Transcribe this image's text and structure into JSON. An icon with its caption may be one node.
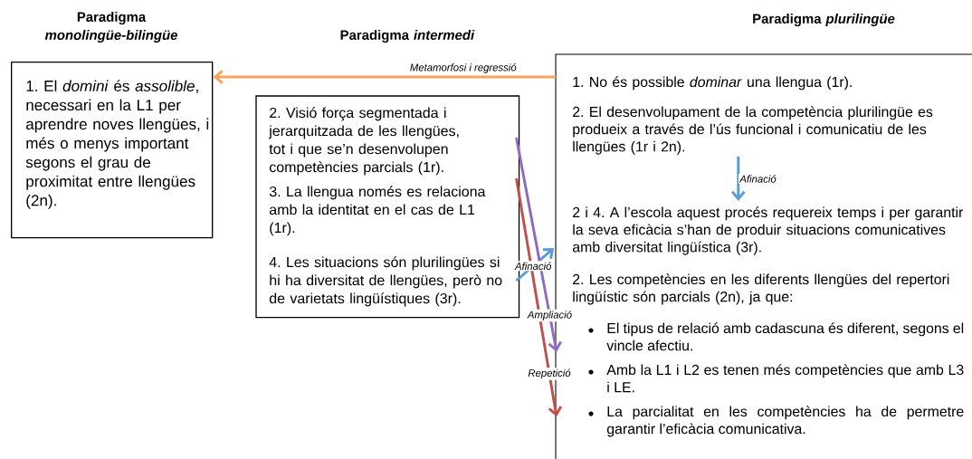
{
  "diagram": {
    "nodes": [
      {
        "text": [
          "Paradigma *monolingüe-bilingüe*",
          "1. El *domini* és *assolible*, necessari en la L1 per aprendre noves llengües, i més o menys important segons el grau de proximitat entre llengües (2n)."
        ]
      },
      {
        "text": [
          "Paradigma *intermedi*"
        ]
      },
      {
        "text": [
          "2. Visió força segmentada i jerarquitzada de les llengües, tot i que se’n desenvolupen competències parcials (1r)."
        ],
        "in": 1
      },
      {
        "text": [
          "3. La llengua només es relaciona amb la identitat en el cas de L1 (1r)."
        ],
        "in": 1
      },
      {
        "text": [
          "4. Les situacions són plurilingües si hi ha diversitat de llengües, però no de varietats lingüístiques (3r)."
        ],
        "in": 1
      },
      {
        "text": [
          "Paradigma *plurilingüe*"
        ]
      },
      {
        "text": [
          "1. No és possible *dominar* una llengua (1r)."
        ],
        "in": 5
      },
      {
        "text": [
          "2. El desenvolupament de la competència plurilingüe es produeix a través de l’ús funcional i comunicatiu de les llengües (1r i 2n)."
        ],
        "in": 5
      },
      {
        "text": [
          "2 i 4. A l’escola aquest procés requereix temps i per garantir la seva eficàcia s’han de produir situacions comunicatives amb diversitat lingüística (3r)."
        ],
        "in": 5
      },
      {
        "text": [
          "2. Les competències en les diferents llengües del repertori lingüístic són parcials (2n), ja que:"
        ],
        "in": 5
      },
      {
        "text": [
          "El tipus de relació amb cadascuna és diferent, segons el vincle afectiu."
        ],
        "in": 5
      },
      {
        "text": [
          "Amb la L1 i L2 es tenen més competències que amb L3 i LE."
        ],
        "in": 5
      },
      {
        "text": [
          "La parcialitat en les competències ha de permetre garantir l’eficàcia comunicativa."
        ],
        "in": 5
      }
    ],
    "edges": [
      {
        "from": 5,
        "to": 0,
        "arrow": "to",
        "label": "Metamorfosi i regressió",
        "color": "#f7a35c"
      },
      {
        "from": 7,
        "to": 8,
        "arrow": "to",
        "label": "Afinació",
        "color": "#5b9bd5"
      },
      {
        "from": 4,
        "to": 8,
        "arrow": "to",
        "label": "Afinació",
        "color": "#5b9bd5"
      },
      {
        "from": 2,
        "to": 10,
        "arrow": "to",
        "label": "Ampliació",
        "color": "#8e6bbf"
      },
      {
        "from": 3,
        "to": 12,
        "arrow": "to",
        "label": "Repetició",
        "color": "#c0504d"
      }
    ]
  }
}
